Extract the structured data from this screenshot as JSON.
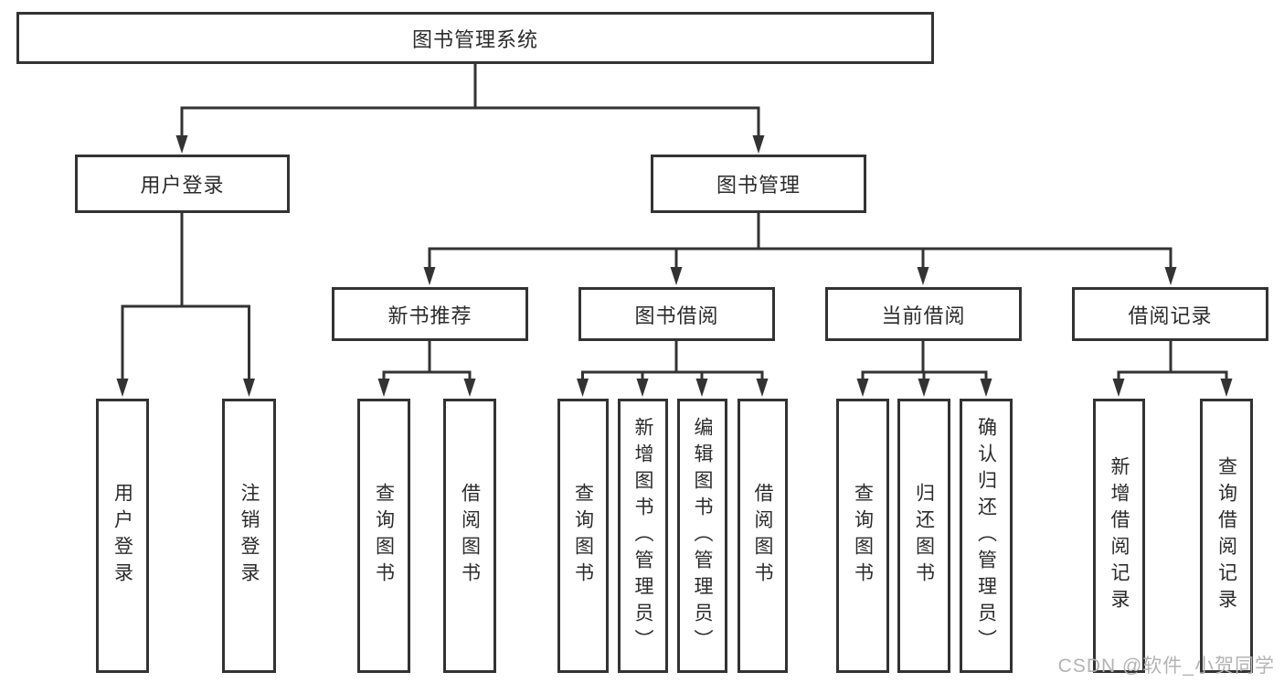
{
  "diagram": {
    "root": {
      "label": "图书管理系统"
    },
    "level2": [
      {
        "label": "用户登录"
      },
      {
        "label": "图书管理"
      }
    ],
    "level3": [
      {
        "label": "新书推荐"
      },
      {
        "label": "图书借阅"
      },
      {
        "label": "当前借阅"
      },
      {
        "label": "借阅记录"
      }
    ],
    "leaves": {
      "user_login": [
        "用户登录",
        "注销登录"
      ],
      "new_book": [
        "查询图书",
        "借阅图书"
      ],
      "book_borrow": [
        "查询图书",
        "新增图书（管理员）",
        "编辑图书（管理员）",
        "借阅图书"
      ],
      "current_borrow": [
        "查询图书",
        "归还图书",
        "确认归还（管理员）"
      ],
      "borrow_record": [
        "新增借阅记录",
        "查询借阅记录"
      ]
    }
  },
  "watermark": {
    "text": "CSDN @软件_小贺同学"
  },
  "colors": {
    "line": "#333333",
    "text": "#2b2b2b",
    "background": "#ffffff",
    "watermark": "#b3b3b3"
  }
}
